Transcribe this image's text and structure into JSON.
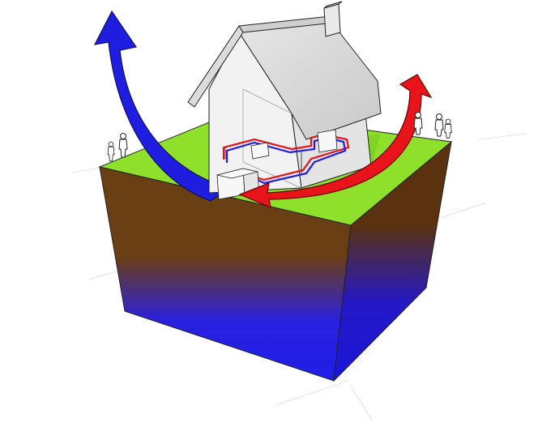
{
  "colors": {
    "grass_top": "#8fe02a",
    "grass_side": "#78c81e",
    "soil": "#6b3f14",
    "groundwater": "#2a1ee8",
    "cold_air_arrow": "#1f1ee0",
    "warm_air_arrow": "#e8141a",
    "house_wall": "#f2f2f2",
    "house_roof": "#d9d9d9",
    "outline": "#222222",
    "pipe_hot": "#e8141a",
    "pipe_cold": "#1f1ee0"
  },
  "icons": {
    "cold_arrow": "curved-arrow-up-left",
    "warm_arrow": "curved-arrow-into-house",
    "people": "person-silhouette"
  }
}
